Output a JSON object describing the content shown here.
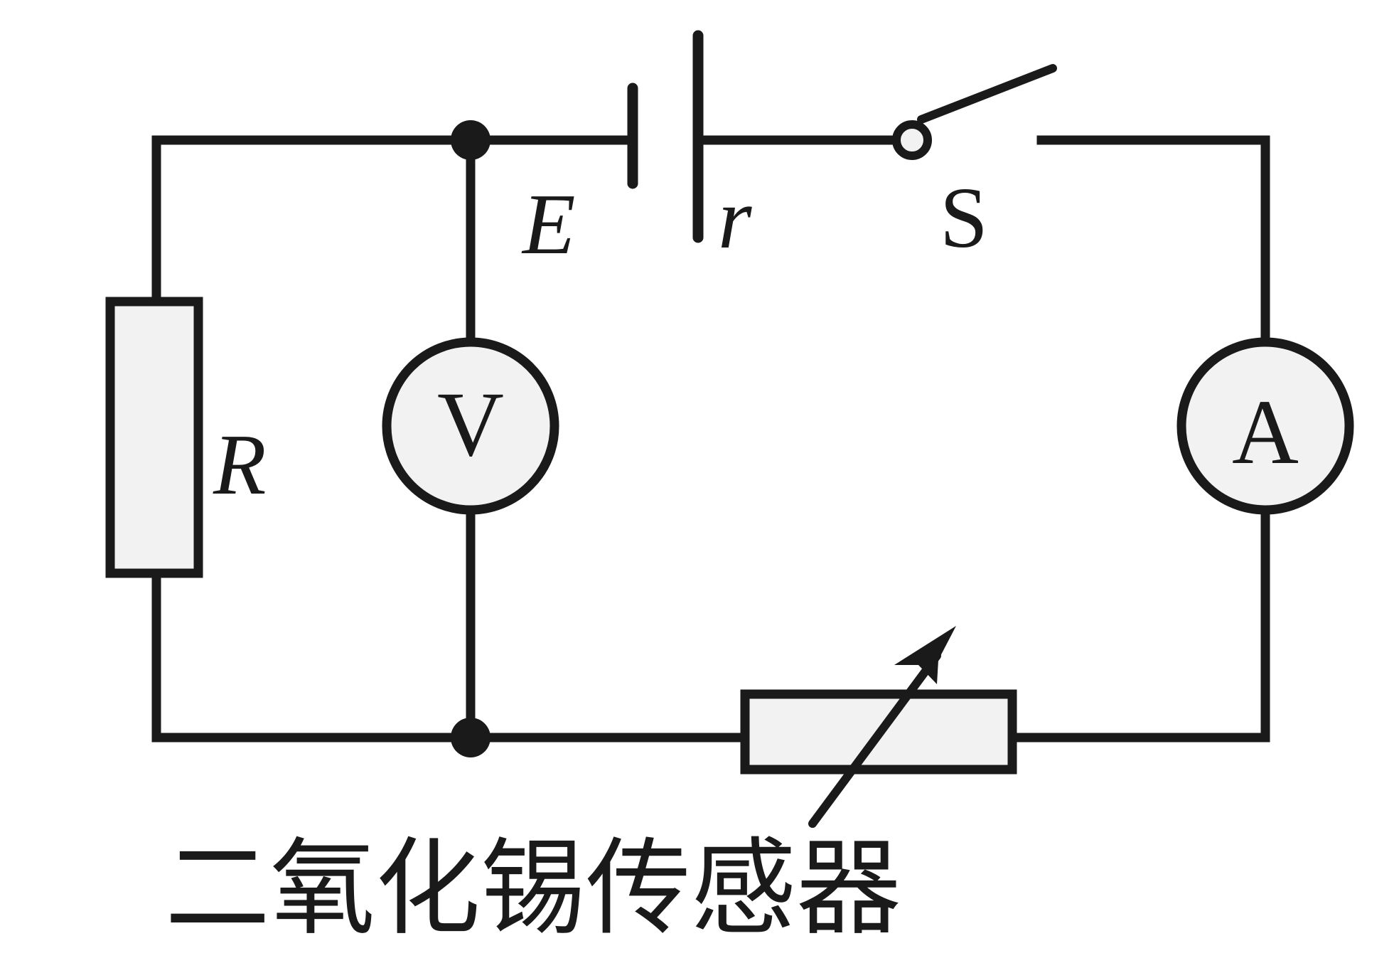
{
  "labels": {
    "resistor": "R",
    "emf": "E",
    "internal_resistance": "r",
    "switch": "S",
    "voltmeter": "V",
    "ammeter": "A",
    "sensor_caption": "二氧化锡传感器"
  },
  "colors": {
    "stroke": "#1a1a1a",
    "component_fill": "#f2f2f2",
    "background": "#ffffff"
  }
}
